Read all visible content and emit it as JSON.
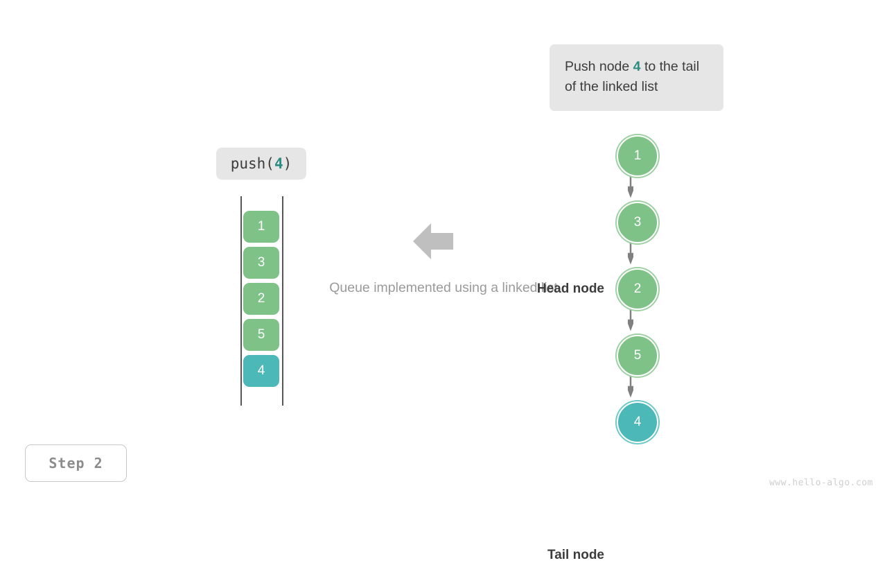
{
  "callout": {
    "text_before": "Push node ",
    "accent": "4",
    "text_after": " to the tail of the linked list"
  },
  "operation_chip": {
    "name_part": "push(",
    "arg": "4",
    "close_part": ")"
  },
  "queue": {
    "cells": [
      {
        "value": "1",
        "color": "green"
      },
      {
        "value": "3",
        "color": "green"
      },
      {
        "value": "2",
        "color": "green"
      },
      {
        "value": "5",
        "color": "green"
      },
      {
        "value": "4",
        "color": "teal"
      }
    ]
  },
  "caption": {
    "text": "Queue implemented using a linked list"
  },
  "linked_list": {
    "head_label": "Head node",
    "tail_label": "Tail node",
    "nodes": [
      {
        "value": "1",
        "color": "green"
      },
      {
        "value": "3",
        "color": "green"
      },
      {
        "value": "2",
        "color": "green"
      },
      {
        "value": "5",
        "color": "green"
      },
      {
        "value": "4",
        "color": "teal"
      }
    ]
  },
  "step_badge": {
    "label": "Step 2"
  },
  "watermark": {
    "text": "www.hello-algo.com"
  },
  "colors": {
    "node_green": "#7ec288",
    "node_green_ring": "#9ed1a4",
    "node_teal": "#4cb8b8",
    "node_teal_ring": "#6fc9c6",
    "accent_teal": "#2d8c80",
    "chip_bg": "#e6e6e6",
    "arrow_gray": "#808080",
    "caption_gray": "#9a9a9a",
    "rail_gray": "#555555",
    "text_dark": "#3c3c3c"
  }
}
